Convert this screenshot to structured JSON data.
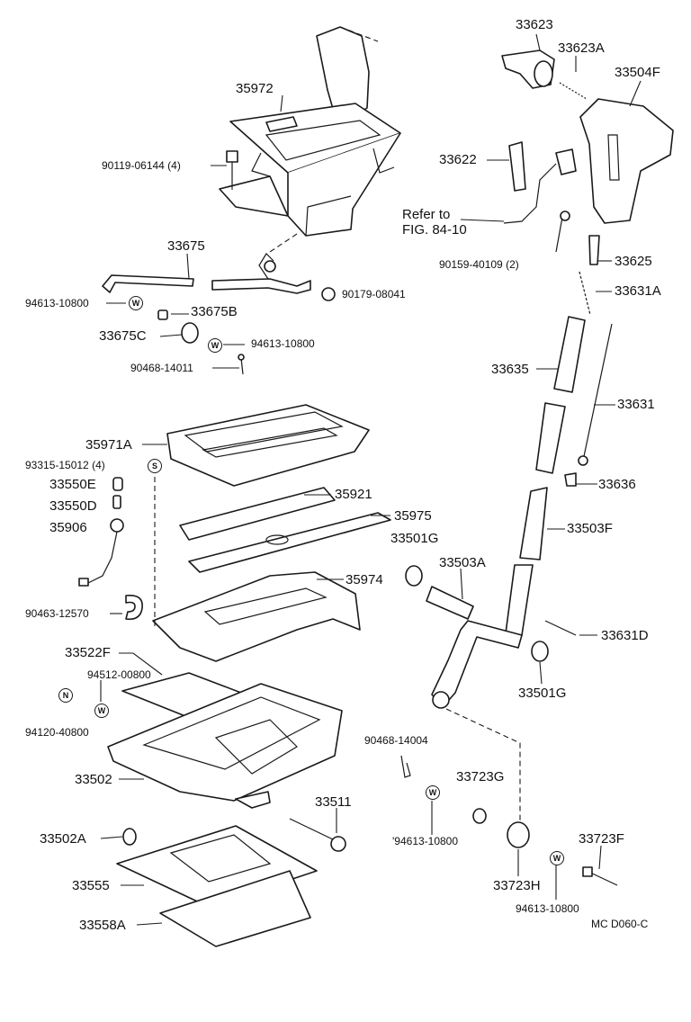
{
  "diagram": {
    "code": "MC  D060-C",
    "labels": {
      "p33623": "33623",
      "p33623A": "33623A",
      "p33504F": "33504F",
      "p35972": "35972",
      "p33622": "33622",
      "p90119": "90119-06144 (4)",
      "refer1": "Refer to",
      "refer2": "FIG. 84-10",
      "p90159": "90159-40109 (2)",
      "p33675": "33675",
      "p33625": "33625",
      "p94613a": "94613-10800",
      "p33675B": "33675B",
      "p90179": "90179-08041",
      "p33631A": "33631A",
      "p33675C": "33675C",
      "p94613b": "94613-10800",
      "p90468a": "90468-14011",
      "p33635": "33635",
      "p33631": "33631",
      "p35971A": "35971A",
      "p93315": "93315-15012 (4)",
      "p33636": "33636",
      "p33550E": "33550E",
      "p35921": "35921",
      "p33550D": "33550D",
      "p35975": "35975",
      "p35906": "35906",
      "p33503F": "33503F",
      "p33501G1": "33501G",
      "p33503A": "33503A",
      "p35974": "35974",
      "p90463": "90463-12570",
      "p33522F": "33522F",
      "p33631D": "33631D",
      "p94512": "94512-00800",
      "p33501G2": "33501G",
      "p94120": "94120-40800",
      "p90468b": "90468-14004",
      "p33502": "33502",
      "p33723G": "33723G",
      "p33511": "33511",
      "p33502A": "33502A",
      "p94613c": "'94613-10800",
      "p33723F": "33723F",
      "p33555": "33555",
      "p33723H": "33723H",
      "p94613d": "94613-10800",
      "p33558A": "33558A"
    },
    "symbols": {
      "washer": "W",
      "spring_washer": "S",
      "nut": "N"
    }
  }
}
